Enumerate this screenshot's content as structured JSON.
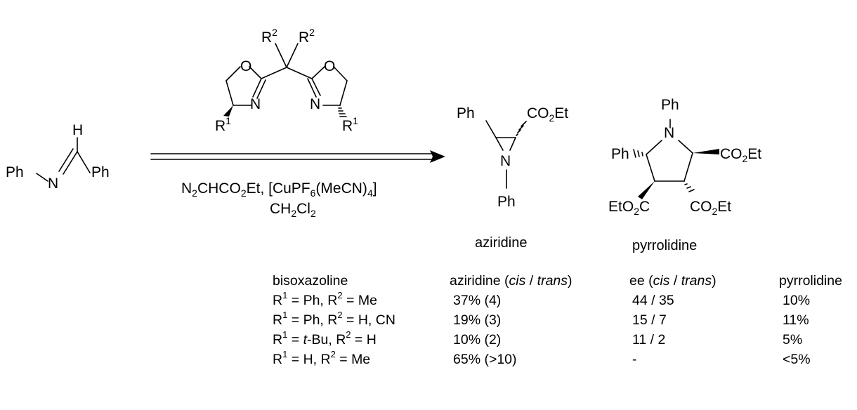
{
  "scheme": {
    "imine": {
      "left_group": "Ph",
      "atom_n": "N",
      "atom_h": "H",
      "right_group": "Ph"
    },
    "ligand": {
      "bridge_substituent": "R",
      "bridge_sup": "2",
      "ring_o": "O",
      "ring_n": "N",
      "ring_substituent": "R",
      "ring_sup": "1"
    },
    "conditions": {
      "reagent_prefix": "N",
      "reagent_sub1": "2",
      "reagent_mid": "CHCO",
      "reagent_sub2": "2",
      "reagent_suffix": "Et, [CuPF",
      "cu_sub1": "6",
      "cu_mid": "(MeCN)",
      "cu_sub2": "4",
      "cu_close": "]",
      "solvent_prefix": "CH",
      "solvent_sub1": "2",
      "solvent_mid": "Cl",
      "solvent_sub2": "2"
    },
    "aziridine": {
      "ph_top": "Ph",
      "ester_prefix": "CO",
      "ester_sub": "2",
      "ester_suffix": "Et",
      "atom_n": "N",
      "ph_bottom": "Ph",
      "label": "aziridine"
    },
    "pyrrolidine": {
      "ph_top": "Ph",
      "atom_n": "N",
      "ph_left": "Ph",
      "ester_prefix": "CO",
      "ester_sub": "2",
      "ester_suffix": "Et",
      "left_ester_prefix": "EtO",
      "left_ester_sub": "2",
      "left_ester_suffix": "C",
      "label": "pyrrolidine"
    }
  },
  "results_table": {
    "headers": {
      "ligand": "bisoxazoline",
      "aziridine_prefix": "aziridine (",
      "cis": "cis",
      "slash": " / ",
      "trans": "trans",
      "close": ")",
      "ee_prefix": "ee (",
      "pyrrolidine": "pyrrolidine"
    },
    "rows": [
      {
        "r1": "Ph",
        "r2": "Me",
        "aziridine": "37% (4)",
        "ee": "44 / 35",
        "pyrrolidine": "10%"
      },
      {
        "r1": "Ph",
        "r2": "H, CN",
        "aziridine": "19% (3)",
        "ee": "15 / 7",
        "pyrrolidine": "11%"
      },
      {
        "r1_prefix": "t",
        "r1": "-Bu",
        "r2": "H",
        "aziridine": "10% (2)",
        "ee": "11 / 2",
        "pyrrolidine": "5%"
      },
      {
        "r1": "H",
        "r2": "Me",
        "aziridine": "65% (>10)",
        "ee": "-",
        "pyrrolidine": "<5%"
      }
    ],
    "r_symbol": "R",
    "sup1": "1",
    "sup2": "2",
    "equals": " = ",
    "separator": ", "
  }
}
